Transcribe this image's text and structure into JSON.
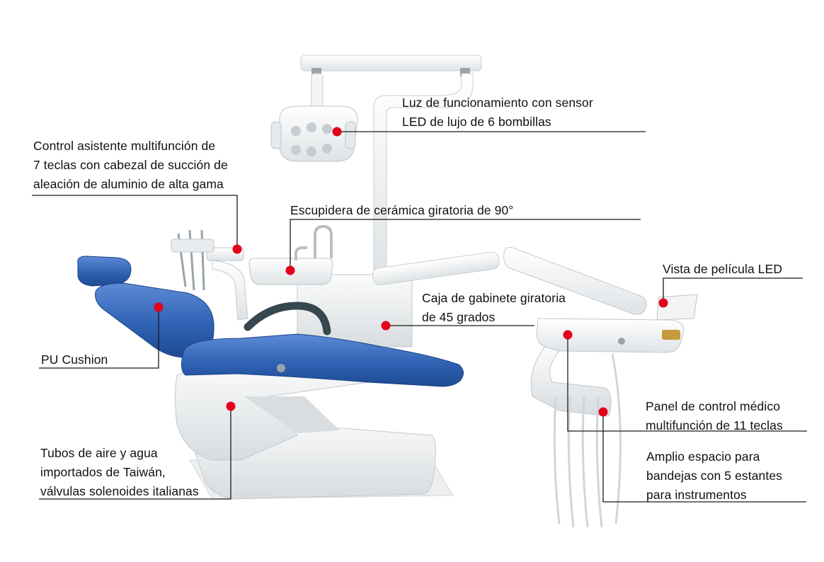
{
  "callouts": {
    "light": {
      "lines": [
        "Luz de funcionamiento con sensor",
        "LED de lujo de 6 bombillas"
      ]
    },
    "assistant": {
      "lines": [
        "Control asistente multifunción de",
        "7 teclas con cabezal de succión de",
        "aleación de aluminio de alta gama"
      ]
    },
    "spittoon": {
      "lines": [
        "Escupidera de cerámica giratoria de 90°"
      ]
    },
    "film_viewer": {
      "lines": [
        "Vista de película LED"
      ]
    },
    "cabinet": {
      "lines": [
        "Caja de gabinete giratoria",
        "de 45 grados"
      ]
    },
    "cushion": {
      "lines": [
        "PU Cushion"
      ]
    },
    "control_panel": {
      "lines": [
        "Panel de control médico",
        "multifunción de 11 teclas"
      ]
    },
    "tubes": {
      "lines": [
        "Tubos de aire y agua",
        "importados de Taiwán,",
        "válvulas solenoides italianas"
      ]
    },
    "trays": {
      "lines": [
        "Amplio espacio para",
        "bandejas con 5 estantes",
        "para instrumentos"
      ]
    }
  },
  "colors": {
    "marker": "#e3001b",
    "upholstery": "#2f63b4",
    "upholstery_light": "#5d8ad6",
    "body": "#eef0f1",
    "body_shade": "#d5d9dc",
    "leader": "#1a1a1a",
    "hose": "#37474f"
  }
}
